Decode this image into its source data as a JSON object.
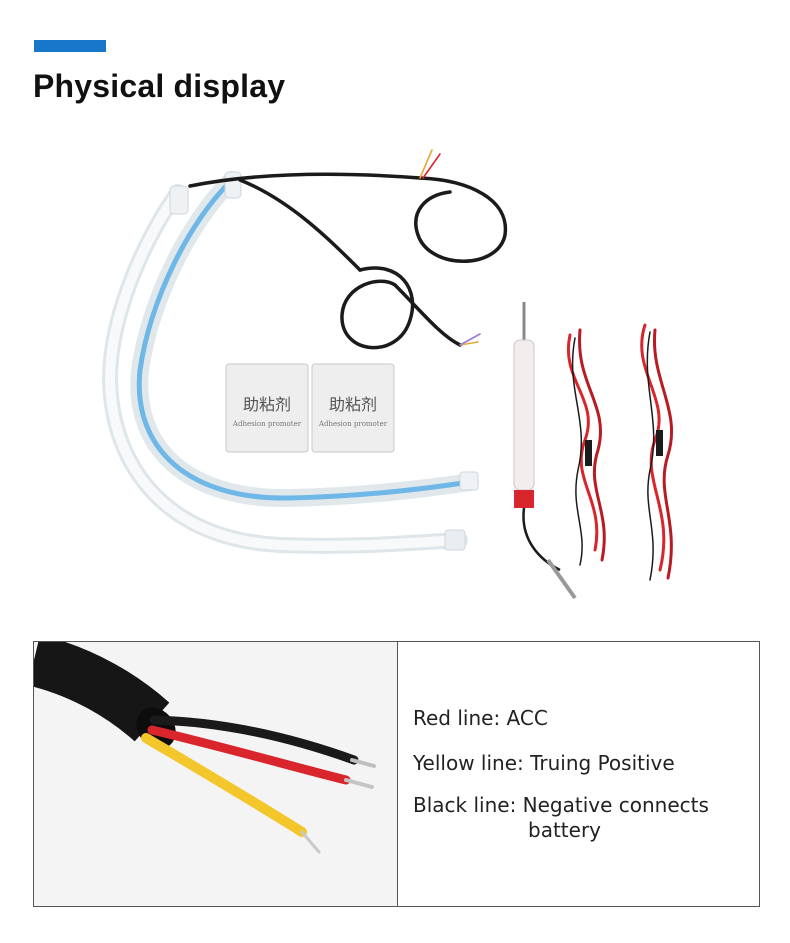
{
  "header": {
    "title": "Physical display",
    "accent_color": "#1877c9"
  },
  "product_photo": {
    "packet_labels": [
      "助粘剂",
      "助粘剂"
    ],
    "packet_sublabels": [
      "Adhesion promoter",
      "Adhesion promoter"
    ],
    "items": [
      "led-strip-blue",
      "led-strip-white",
      "adhesion-promoter-packets",
      "test-pen",
      "red-wire-harness",
      "red-wire-harness"
    ]
  },
  "wire_legend": {
    "red": "Red line: ACC",
    "yellow": "Yellow line: Truing Positive",
    "black_line1": "Black line: Negative connects",
    "black_line2": "battery",
    "colors": {
      "red": "#d8262c",
      "yellow": "#f3c72b",
      "black": "#1a1a1a"
    }
  }
}
